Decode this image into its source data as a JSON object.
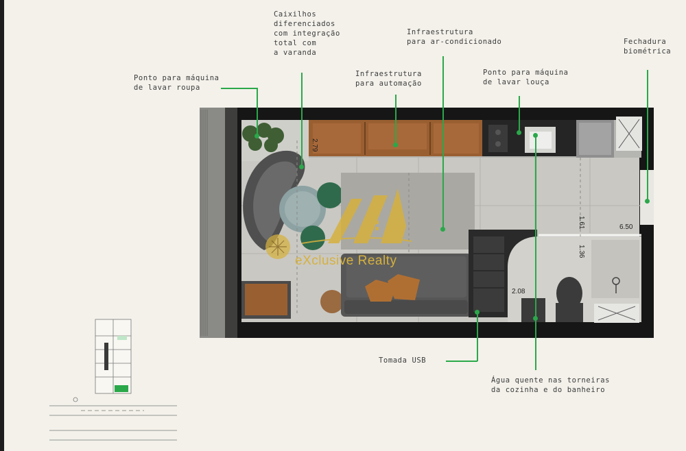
{
  "callouts": {
    "laundry_machine": "Ponto para máquina\nde lavar roupa",
    "windows": "Caixilhos\ndiferenciados\ncom integração\ntotal com\na varanda",
    "ac_infra": "Infraestrutura\npara ar-condicionado",
    "automation_infra": "Infraestrutura\npara automação",
    "dishwasher": "Ponto para máquina\nde lavar louça",
    "biometric_lock": "Fechadura\nbiométrica",
    "usb_outlet": "Tomada USB",
    "hot_water": "Água quente nas torneiras\nda cozinha e do banheiro"
  },
  "dimensions": {
    "d1": "1.61",
    "d2": "6.50",
    "d3": "1.36",
    "d4": "2.08",
    "d5": "2.79"
  },
  "watermark": "eXclusive Realty",
  "colors": {
    "accent": "#2aa84a",
    "background": "#f3f1ea",
    "wall": "#161616",
    "wood": "#9a5f30",
    "sofa": "#565656",
    "watermark": "#d6b13e"
  }
}
